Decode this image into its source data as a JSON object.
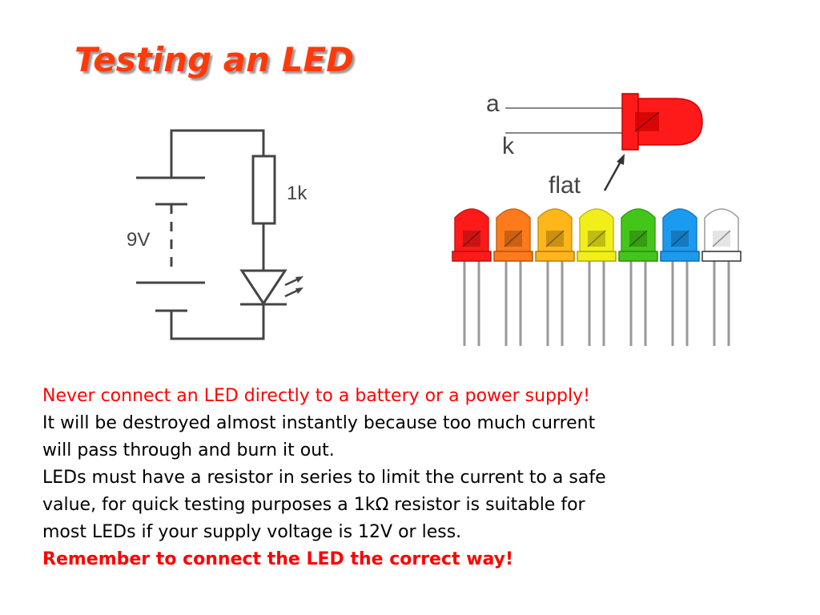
{
  "slide": {
    "title": "Testing an LED"
  },
  "circuit": {
    "battery_label": "9V",
    "resistor_label": "1k"
  },
  "pinout": {
    "anode_label": "a",
    "cathode_label": "k",
    "flat_label": "flat"
  },
  "leds": [
    {
      "name": "red",
      "color": "#ff1a1a"
    },
    {
      "name": "orange",
      "color": "#ff7a1a"
    },
    {
      "name": "amber",
      "color": "#ffb61a"
    },
    {
      "name": "yellow",
      "color": "#f2ee1a"
    },
    {
      "name": "green",
      "color": "#44c51a"
    },
    {
      "name": "blue",
      "color": "#1a9bf0"
    },
    {
      "name": "white",
      "color": "#ffffff"
    }
  ],
  "text": {
    "warning": "Never connect an LED directly to a battery or a power supply!",
    "line2": "It will be destroyed almost instantly because too much current",
    "line3": "will pass through and burn it out.",
    "line4": "LEDs must have a resistor in series to limit the current to a safe",
    "line5": "value, for quick testing purposes a 1kΩ resistor is suitable for",
    "line6": "most LEDs if your supply voltage is 12V or less.",
    "reminder": "Remember to connect the LED the correct way!"
  }
}
